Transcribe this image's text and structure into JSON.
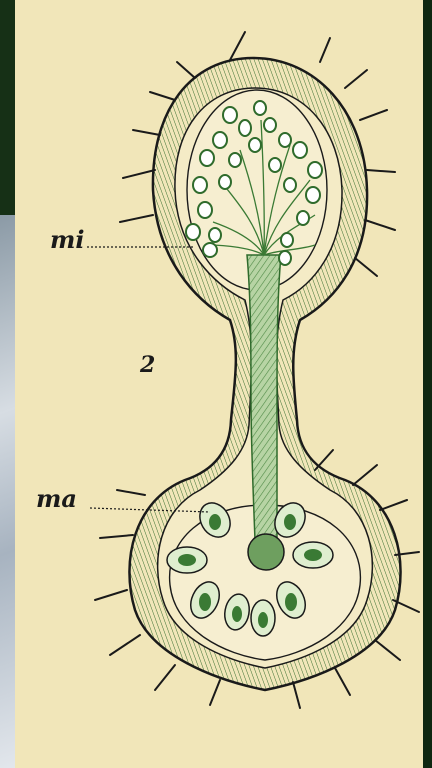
{
  "figure": {
    "labels": {
      "mi": "mi",
      "ma": "ma",
      "number": "2"
    },
    "colors": {
      "plate": "#f1e6b9",
      "ink": "#1a1a1a",
      "green_dark": "#2f6b2c",
      "green_light": "#9cc48d"
    }
  }
}
